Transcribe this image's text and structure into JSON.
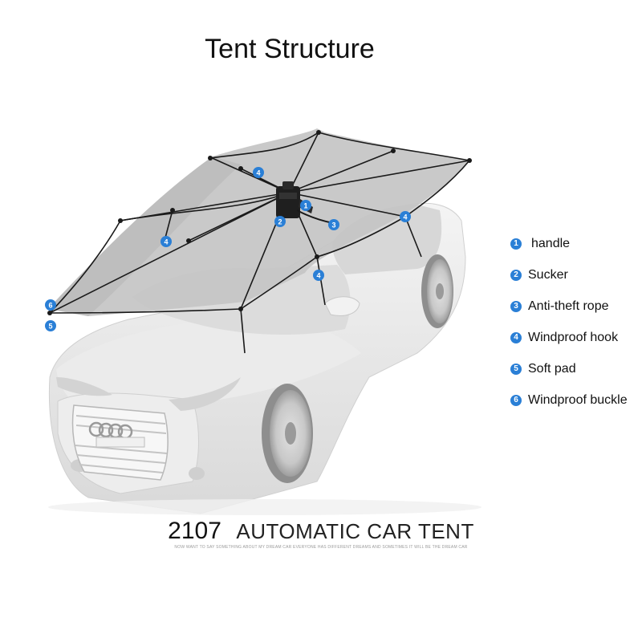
{
  "title": "Tent Structure",
  "legend": [
    {
      "num": "1",
      "label": "handle"
    },
    {
      "num": "2",
      "label": "Sucker"
    },
    {
      "num": "3",
      "label": "Anti-theft rope"
    },
    {
      "num": "4",
      "label": "Windproof hook"
    },
    {
      "num": "5",
      "label": "Soft pad"
    },
    {
      "num": "6",
      "label": "Windproof buckle"
    }
  ],
  "product": {
    "code": "2107",
    "name": "AUTOMATIC CAR TENT",
    "fine_print": "NOW WANT TO SAY SOMETHING ABOUT MY DREAM CAR EVERYONE HAS DIFFERENT DREAMS AND SOMETIMES IT WILL BE THE DREAM CAR"
  },
  "colors": {
    "accent": "#2a7fd6",
    "canopy": "#c4c4c4",
    "car_body": "#eeeeee",
    "frame": "#1a1a1a"
  }
}
